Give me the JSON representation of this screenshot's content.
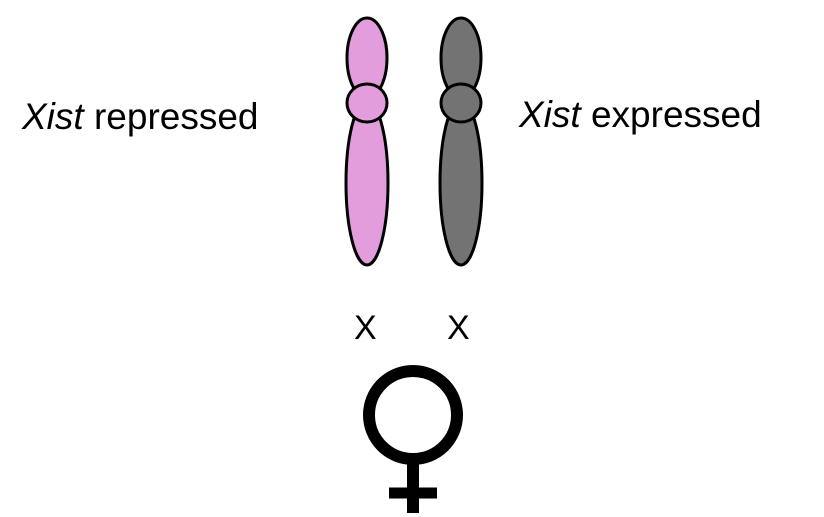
{
  "labels": {
    "left_gene": "Xist",
    "left_state": "repressed",
    "right_gene": "Xist",
    "right_state": "expressed"
  },
  "chromosomes": {
    "left": {
      "name": "X",
      "color": "#e39ddc"
    },
    "right": {
      "name": "X",
      "color": "#737373"
    }
  },
  "symbol": {
    "icon": "female-symbol-icon",
    "color": "#000000"
  }
}
